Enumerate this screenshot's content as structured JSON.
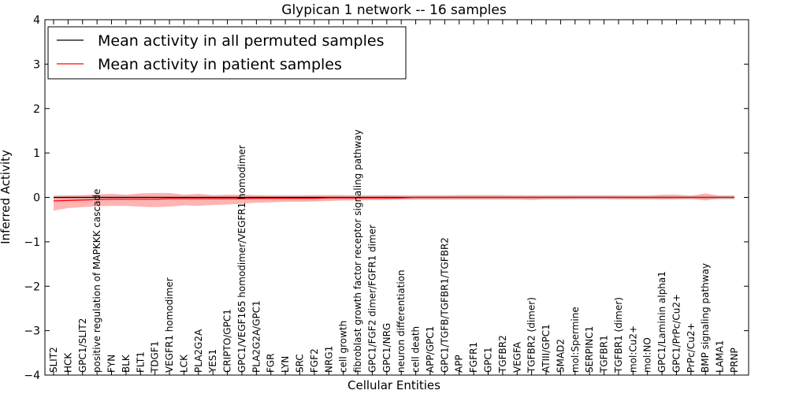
{
  "chart_data": {
    "type": "line",
    "title": "Glypican 1 network -- 16 samples",
    "xlabel": "Cellular Entities",
    "ylabel": "Inferred Activity",
    "ylim": [
      -4,
      4
    ],
    "yticks": [
      -4,
      -3,
      -2,
      -1,
      0,
      1,
      2,
      3,
      4
    ],
    "ytick_labels": [
      "−4",
      "−3",
      "−2",
      "−1",
      "0",
      "1",
      "2",
      "3",
      "4"
    ],
    "grid": false,
    "legend_position": "top-left",
    "categories": [
      "SLIT2",
      "HCK",
      "GPC1/SLIT2",
      "positive regulation of MAPKKK cascade",
      "FYN",
      "BLK",
      "FLT1",
      "TDGF1",
      "VEGFR1 homodimer",
      "LCK",
      "PLA2G2A",
      "YES1",
      "CRIPTO/GPC1",
      "GPC1/VEGF165 homodimer/VEGFR1 homodimer",
      "PLA2G2A/GPC1",
      "FGR",
      "LYN",
      "SRC",
      "FGF2",
      "NRG1",
      "cell growth",
      "fibroblast growth factor receptor signaling pathway",
      "GPC1/FGF2 dimer/FGFR1 dimer",
      "GPC1/NRG",
      "neuron differentiation",
      "cell death",
      "APP/GPC1",
      "GPC1/TGFB/TGFBR1/TGFBR2",
      "APP",
      "FGFR1",
      "GPC1",
      "TGFBR2",
      "VEGFA",
      "TGFBR2 (dimer)",
      "ATIII/GPC1",
      "SMAD2",
      "mol:Spermine",
      "SERPINC1",
      "TGFBR1",
      "TGFBR1 (dimer)",
      "mol:Cu2+",
      "mol:NO",
      "GPC1/Laminin alpha1",
      "GPC1/PrPc/Cu2+",
      "PrPc/Cu2+",
      "BMP signaling pathway",
      "LAMA1",
      "PRNP"
    ],
    "series": [
      {
        "name": "Mean activity in all permuted samples",
        "color": "#000000",
        "band_color": "#c8c8c8",
        "values": [
          0.0,
          0.0,
          0.0,
          0.0,
          0.0,
          0.0,
          0.0,
          0.0,
          0.0,
          0.0,
          0.0,
          0.0,
          0.0,
          0.0,
          0.0,
          0.0,
          0.0,
          0.0,
          0.0,
          0.0,
          0.0,
          0.0,
          0.0,
          0.0,
          0.0,
          0.0,
          0.0,
          0.0,
          0.0,
          0.0,
          0.0,
          0.0,
          0.0,
          0.0,
          0.0,
          0.0,
          0.0,
          0.0,
          0.0,
          0.0,
          0.0,
          0.0,
          0.0,
          0.0,
          0.0,
          0.0,
          0.0,
          0.0
        ],
        "lower": [
          -0.05,
          -0.05,
          -0.05,
          -0.05,
          -0.05,
          -0.05,
          -0.05,
          -0.05,
          -0.05,
          -0.05,
          -0.05,
          -0.05,
          -0.05,
          -0.05,
          -0.05,
          -0.05,
          -0.05,
          -0.05,
          -0.05,
          -0.05,
          -0.05,
          -0.05,
          -0.05,
          -0.05,
          -0.05,
          -0.05,
          -0.05,
          -0.05,
          -0.05,
          -0.05,
          -0.05,
          -0.05,
          -0.05,
          -0.05,
          -0.05,
          -0.05,
          -0.05,
          -0.05,
          -0.05,
          -0.05,
          -0.05,
          -0.05,
          -0.05,
          -0.05,
          -0.05,
          -0.05,
          -0.05,
          -0.05
        ],
        "upper": [
          0.05,
          0.05,
          0.05,
          0.05,
          0.05,
          0.05,
          0.05,
          0.05,
          0.05,
          0.05,
          0.05,
          0.05,
          0.05,
          0.05,
          0.05,
          0.05,
          0.05,
          0.05,
          0.05,
          0.05,
          0.05,
          0.05,
          0.05,
          0.05,
          0.05,
          0.05,
          0.05,
          0.05,
          0.05,
          0.05,
          0.05,
          0.05,
          0.05,
          0.05,
          0.05,
          0.05,
          0.05,
          0.05,
          0.05,
          0.05,
          0.05,
          0.05,
          0.05,
          0.05,
          0.05,
          0.05,
          0.05,
          0.05
        ]
      },
      {
        "name": "Mean activity in patient samples",
        "color": "#ff0000",
        "band_color": "#ff9999",
        "values": [
          -0.08,
          -0.07,
          -0.06,
          -0.05,
          -0.04,
          -0.04,
          -0.04,
          -0.04,
          -0.03,
          -0.03,
          -0.03,
          -0.03,
          -0.03,
          -0.03,
          -0.02,
          -0.02,
          -0.02,
          -0.02,
          -0.02,
          -0.01,
          -0.01,
          -0.01,
          -0.01,
          -0.01,
          -0.01,
          0.0,
          0.0,
          0.0,
          0.0,
          0.0,
          0.0,
          0.0,
          0.0,
          0.0,
          0.0,
          0.0,
          0.0,
          0.0,
          0.0,
          0.0,
          0.0,
          0.0,
          0.0,
          0.0,
          0.0,
          0.0,
          0.0,
          0.0
        ],
        "lower": [
          -0.3,
          -0.24,
          -0.22,
          -0.2,
          -0.19,
          -0.19,
          -0.21,
          -0.22,
          -0.21,
          -0.18,
          -0.19,
          -0.17,
          -0.16,
          -0.14,
          -0.12,
          -0.11,
          -0.1,
          -0.1,
          -0.09,
          -0.08,
          -0.07,
          -0.07,
          -0.06,
          -0.06,
          -0.05,
          -0.05,
          -0.05,
          -0.05,
          -0.05,
          -0.05,
          -0.05,
          -0.05,
          -0.05,
          -0.06,
          -0.04,
          -0.04,
          -0.03,
          -0.03,
          -0.03,
          -0.04,
          -0.04,
          -0.04,
          -0.05,
          -0.04,
          -0.03,
          -0.07,
          -0.02,
          -0.02
        ],
        "upper": [
          0.02,
          0.04,
          0.05,
          0.07,
          0.08,
          0.06,
          0.09,
          0.1,
          0.1,
          0.06,
          0.08,
          0.05,
          0.06,
          0.06,
          0.05,
          0.04,
          0.04,
          0.04,
          0.05,
          0.05,
          0.05,
          0.04,
          0.04,
          0.05,
          0.04,
          0.04,
          0.04,
          0.04,
          0.05,
          0.05,
          0.05,
          0.05,
          0.04,
          0.04,
          0.04,
          0.04,
          0.04,
          0.04,
          0.04,
          0.04,
          0.03,
          0.03,
          0.06,
          0.06,
          0.03,
          0.09,
          0.03,
          0.03
        ]
      }
    ]
  }
}
